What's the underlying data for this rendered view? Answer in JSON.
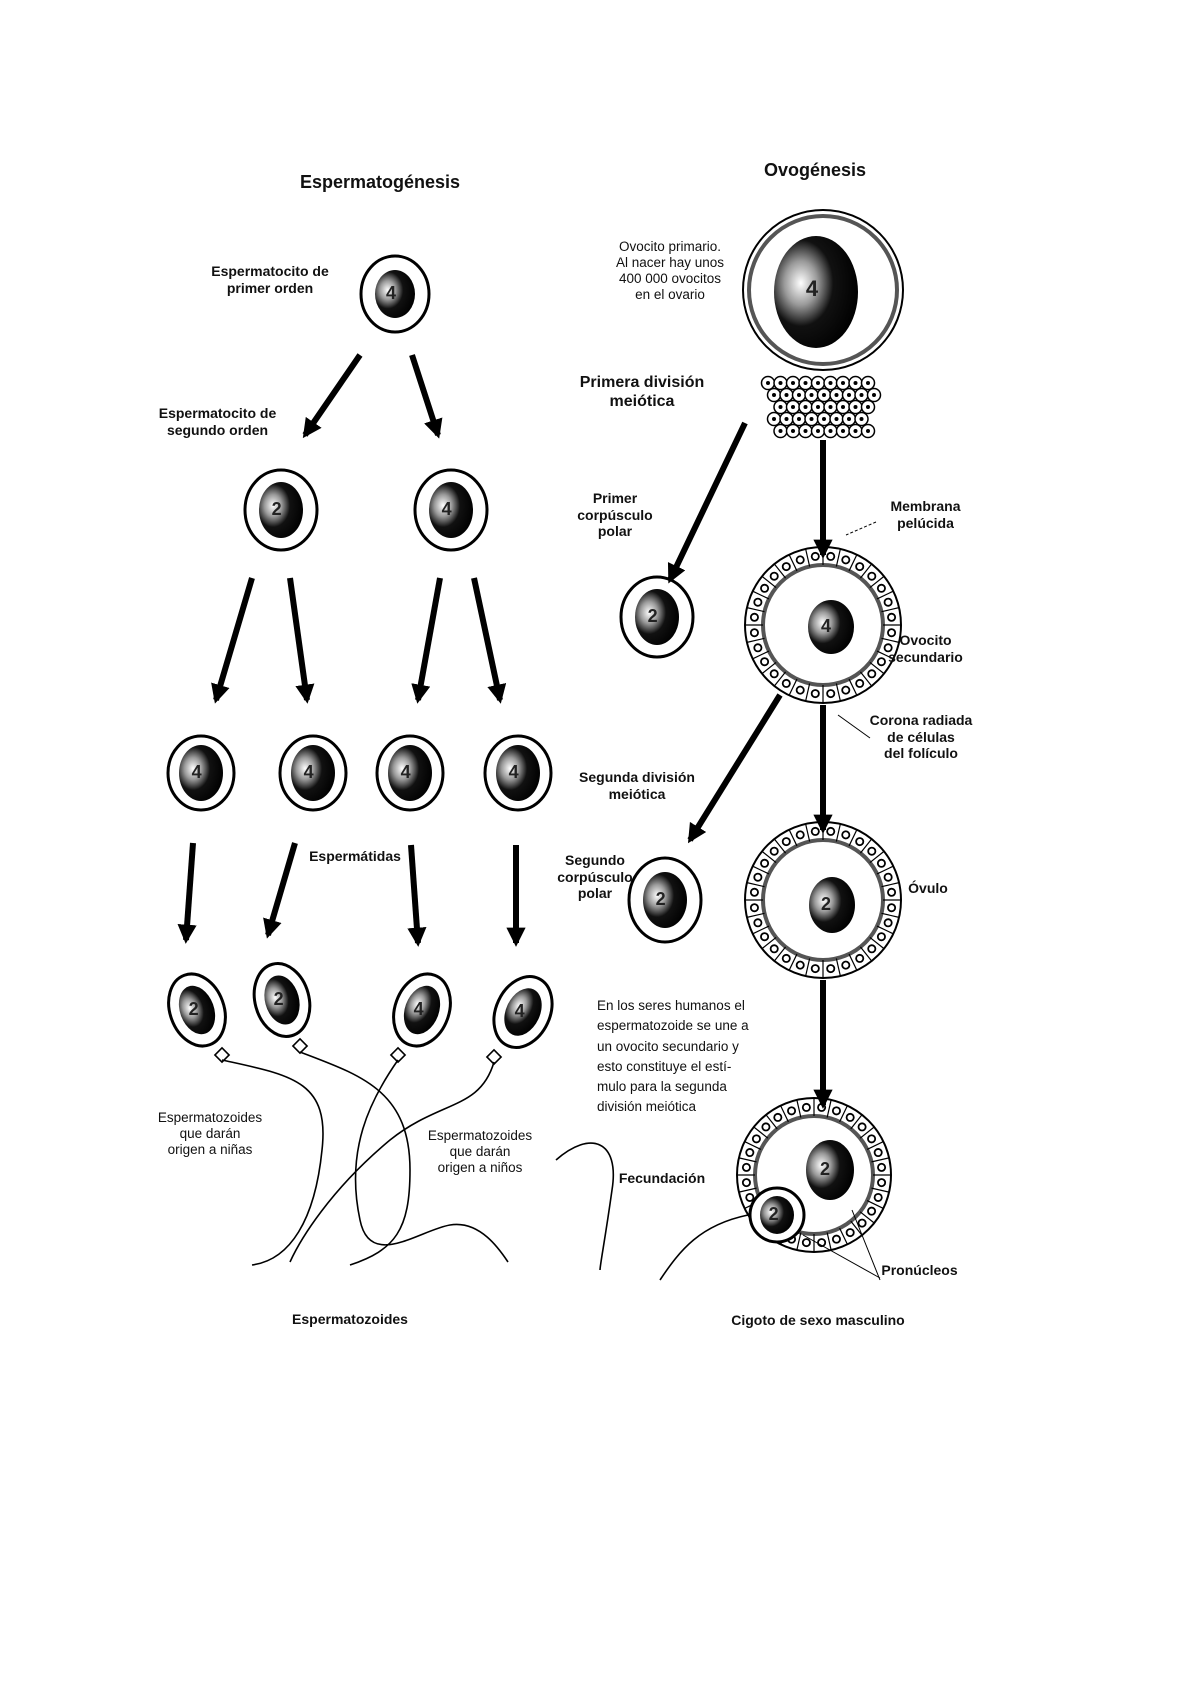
{
  "spermatogenesis": {
    "title": "Espermatogénesis",
    "primary_label": "Espermatocito de\nprimer orden",
    "secondary_label": "Espermatocito de\nsegundo orden",
    "spermatids_label": "Espermátidas",
    "girls_label": "Espermatozoides\nque darán\norigen a niñas",
    "boys_label": "Espermatozoides\nque darán\norigen a niños",
    "sperm_label": "Espermatozoides",
    "primary_cell_marker": "4",
    "secondary_cell_markers": [
      "2",
      "4"
    ],
    "spermatid_markers": [
      "4",
      "4",
      "4",
      "4"
    ],
    "sperm_markers": [
      "2",
      "2",
      "4",
      "4"
    ]
  },
  "oogenesis": {
    "title": "Ovogénesis",
    "primary_label": "Ovocito primario.\nAl nacer hay unos\n400 000 ovocitos\nen el ovario",
    "first_division_label": "Primera división\nmeiótica",
    "first_polar_label": "Primer\ncorpúsculo\npolar",
    "membrane_label": "Membrana\npelúcida",
    "secondary_label": "Ovocito\nsecundario",
    "corona_label": "Corona radiada\nde células\ndel folículo",
    "second_division_label": "Segunda división\nmeiótica",
    "second_polar_label": "Segundo\ncorpúsculo\npolar",
    "ovum_label": "Óvulo",
    "note_text": "En los seres humanos el\nespermatozoide se une a\nun ovocito secundario y\nesto constituye el estí-\nmulo para la segunda\ndivisión meiótica",
    "fertilization_label": "Fecundación",
    "pronuclei_label": "Pronúcleos",
    "zygote_label": "Cigoto de sexo masculino",
    "primary_marker": "4",
    "first_polar_marker": "2",
    "secondary_marker": "4",
    "second_polar_marker": "2",
    "ovum_marker": "2",
    "pronucleus_markers": [
      "2",
      "2"
    ]
  }
}
